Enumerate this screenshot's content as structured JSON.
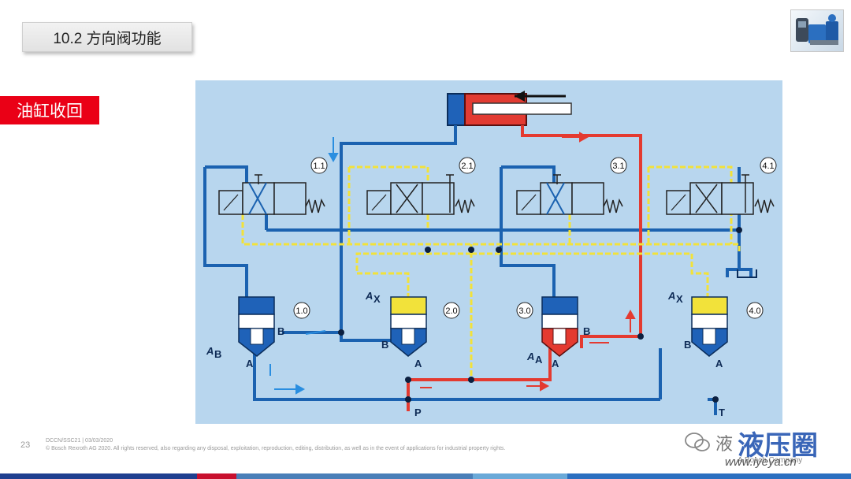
{
  "slide": {
    "title": "10.2 方向阀功能",
    "tag": "油缸收回",
    "page_number": "23",
    "footer_line1": "DCCN/SSC21 | 03/03/2020",
    "footer_line2": "© Bosch Rexroth AG 2020. All rights reserved, also regarding any disposal, exploitation, reproduction, editing, distribution, as well as in the event of applications for industrial property rights."
  },
  "watermark": {
    "text": "液",
    "big": "液压圈",
    "url": "www.iyeya.cn",
    "company": "A Bosch Company"
  },
  "diagram": {
    "pilot_valves": [
      "1.1",
      "2.1",
      "3.1",
      "4.1"
    ],
    "main_valves": [
      "1.0",
      "2.0",
      "3.0",
      "4.0"
    ],
    "port_labels": {
      "v1_B": "B",
      "v1_A": "A",
      "v1_area": "A",
      "v1_area_sub": "B",
      "v2_B": "B",
      "v2_A": "A",
      "v2_x": "A",
      "v2_x_sub": "X",
      "v3_B": "B",
      "v3_A": "A",
      "v3_area": "A",
      "v3_area_sub": "A",
      "v4_B": "B",
      "v4_A": "A",
      "v4_x": "A",
      "v4_x_sub": "X",
      "P": "P",
      "T": "T"
    },
    "colors": {
      "background": "#b8d6ee",
      "tank_line": "#1b62b0",
      "pressure_line": "#e43a30",
      "pilot_line": "#f2e23a",
      "flow_arrow": "#2a8ee0"
    }
  }
}
